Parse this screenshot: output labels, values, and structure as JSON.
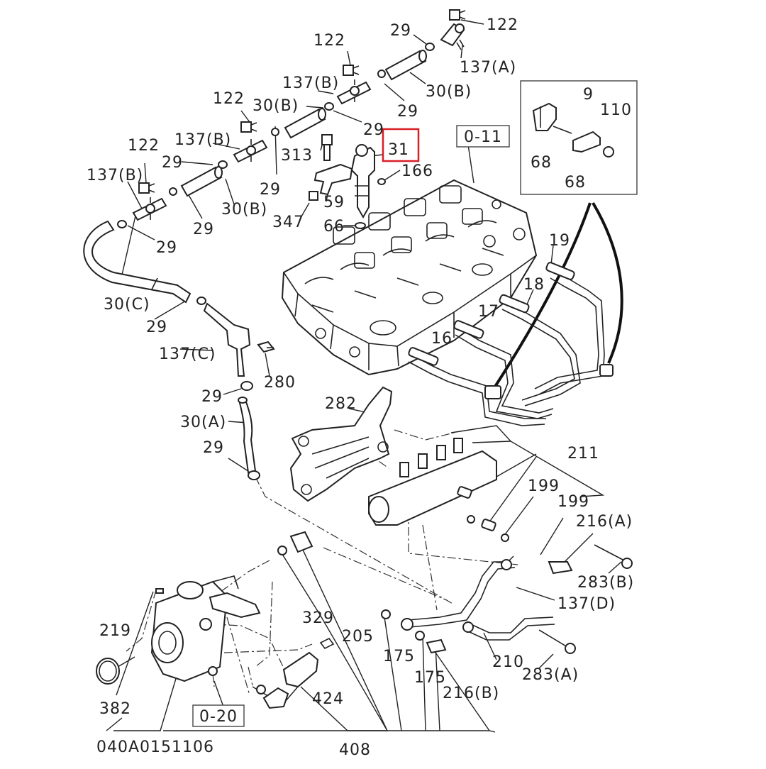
{
  "diagram": {
    "drawing_number": "040A0151106",
    "highlighted_callout": "31",
    "callouts": [
      {
        "id": "c122a",
        "text": "122"
      },
      {
        "id": "c29a",
        "text": "29"
      },
      {
        "id": "c137a",
        "text": "137(A)"
      },
      {
        "id": "c122b",
        "text": "122"
      },
      {
        "id": "c30b1",
        "text": "30(B)"
      },
      {
        "id": "c137b1",
        "text": "137(B)"
      },
      {
        "id": "c29b",
        "text": "29"
      },
      {
        "id": "c122c",
        "text": "122"
      },
      {
        "id": "c30b2",
        "text": "30(B)"
      },
      {
        "id": "c29c",
        "text": "29"
      },
      {
        "id": "c137b2",
        "text": "137(B)"
      },
      {
        "id": "c313",
        "text": "313"
      },
      {
        "id": "c31",
        "text": "31"
      },
      {
        "id": "c166",
        "text": "166"
      },
      {
        "id": "c122d",
        "text": "122"
      },
      {
        "id": "c29d",
        "text": "29"
      },
      {
        "id": "c137b3",
        "text": "137(B)"
      },
      {
        "id": "c29e",
        "text": "29"
      },
      {
        "id": "c59",
        "text": "59"
      },
      {
        "id": "c30b3",
        "text": "30(B)"
      },
      {
        "id": "c347",
        "text": "347"
      },
      {
        "id": "c66",
        "text": "66"
      },
      {
        "id": "c29f",
        "text": "29"
      },
      {
        "id": "c29g",
        "text": "29"
      },
      {
        "id": "c30c",
        "text": "30(C)"
      },
      {
        "id": "c29h",
        "text": "29"
      },
      {
        "id": "c137c",
        "text": "137(C)"
      },
      {
        "id": "c280",
        "text": "280"
      },
      {
        "id": "c29i",
        "text": "29"
      },
      {
        "id": "c30a",
        "text": "30(A)"
      },
      {
        "id": "c29j",
        "text": "29"
      },
      {
        "id": "c282",
        "text": "282"
      },
      {
        "id": "c9",
        "text": "9"
      },
      {
        "id": "c110",
        "text": "110"
      },
      {
        "id": "c68a",
        "text": "68"
      },
      {
        "id": "c68b",
        "text": "68"
      },
      {
        "id": "c19",
        "text": "19"
      },
      {
        "id": "c18",
        "text": "18"
      },
      {
        "id": "c17",
        "text": "17"
      },
      {
        "id": "c16",
        "text": "16"
      },
      {
        "id": "c211",
        "text": "211"
      },
      {
        "id": "c199a",
        "text": "199"
      },
      {
        "id": "c199b",
        "text": "199"
      },
      {
        "id": "c216a",
        "text": "216(A)"
      },
      {
        "id": "c283b",
        "text": "283(B)"
      },
      {
        "id": "c137d",
        "text": "137(D)"
      },
      {
        "id": "c219",
        "text": "219"
      },
      {
        "id": "c329",
        "text": "329"
      },
      {
        "id": "c205",
        "text": "205"
      },
      {
        "id": "c175a",
        "text": "175"
      },
      {
        "id": "c175b",
        "text": "175"
      },
      {
        "id": "c210",
        "text": "210"
      },
      {
        "id": "c283a",
        "text": "283(A)"
      },
      {
        "id": "c216b",
        "text": "216(B)"
      },
      {
        "id": "c424",
        "text": "424"
      },
      {
        "id": "c382",
        "text": "382"
      },
      {
        "id": "c408",
        "text": "408"
      }
    ],
    "references": [
      {
        "id": "r011",
        "text": "0-11"
      },
      {
        "id": "r020",
        "text": "0-20"
      }
    ]
  }
}
